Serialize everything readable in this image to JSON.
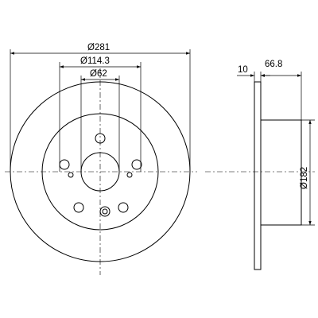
{
  "front_view": {
    "outer_diameter_label": "Ø281",
    "bolt_circle_label": "Ø114.3",
    "center_bore_label": "Ø62"
  },
  "side_view": {
    "disc_thickness_label": "10",
    "total_height_label": "66.8",
    "hat_diameter_label": "Ø182"
  },
  "colors": {
    "line": "#000000",
    "background": "#ffffff"
  }
}
